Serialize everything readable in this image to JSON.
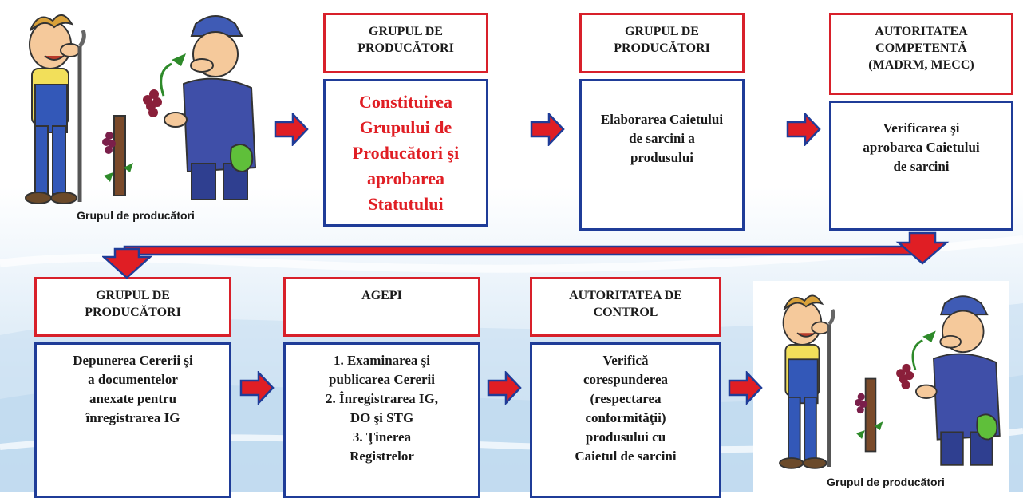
{
  "colors": {
    "header_border": "#d8202a",
    "body_border": "#1f3c98",
    "arrow_fill": "#e01e24",
    "arrow_outline": "#1f3c98",
    "highlight_text": "#e01e24"
  },
  "row1": [
    {
      "header": "GRUPUL DE\nPRODUCĂTORI",
      "body": "Constituirea\nGrupului de\nProducători şi\naprobarea\nStatutului"
    },
    {
      "header": "GRUPUL DE\nPRODUCĂTORI",
      "body": "Elaborarea Caietului\nde sarcini a\nprodusului"
    },
    {
      "header": "AUTORITATEA\nCOMPETENTĂ\n(MADRM, MECC)",
      "body": "Verificarea şi\naprobarea Caietului\nde sarcini"
    }
  ],
  "row2": [
    {
      "header": "GRUPUL DE\nPRODUCĂTORI",
      "body": "Depunerea Cererii şi\na documentelor\nanexate pentru\nînregistrarea IG"
    },
    {
      "header": "AGEPI",
      "body": "1. Examinarea şi\npublicarea Cererii\n2. Înregistrarea IG,\nDO şi STG\n3. Ţinerea\nRegistrelor"
    },
    {
      "header": "AUTORITATEA DE\nCONTROL",
      "body": "Verifică\ncorespunderea\n(respectarea\nconformităţii)\nprodusului cu\nCaietul de sarcini"
    }
  ],
  "captions": {
    "top_left": "Grupul de producători",
    "bottom_right": "Grupul de producători"
  },
  "icons": [
    "farmer-with-hoe-icon",
    "farmer-with-grapes-icon",
    "grapevine-post-icon",
    "right-arrow-icon",
    "down-arrow-icon"
  ]
}
